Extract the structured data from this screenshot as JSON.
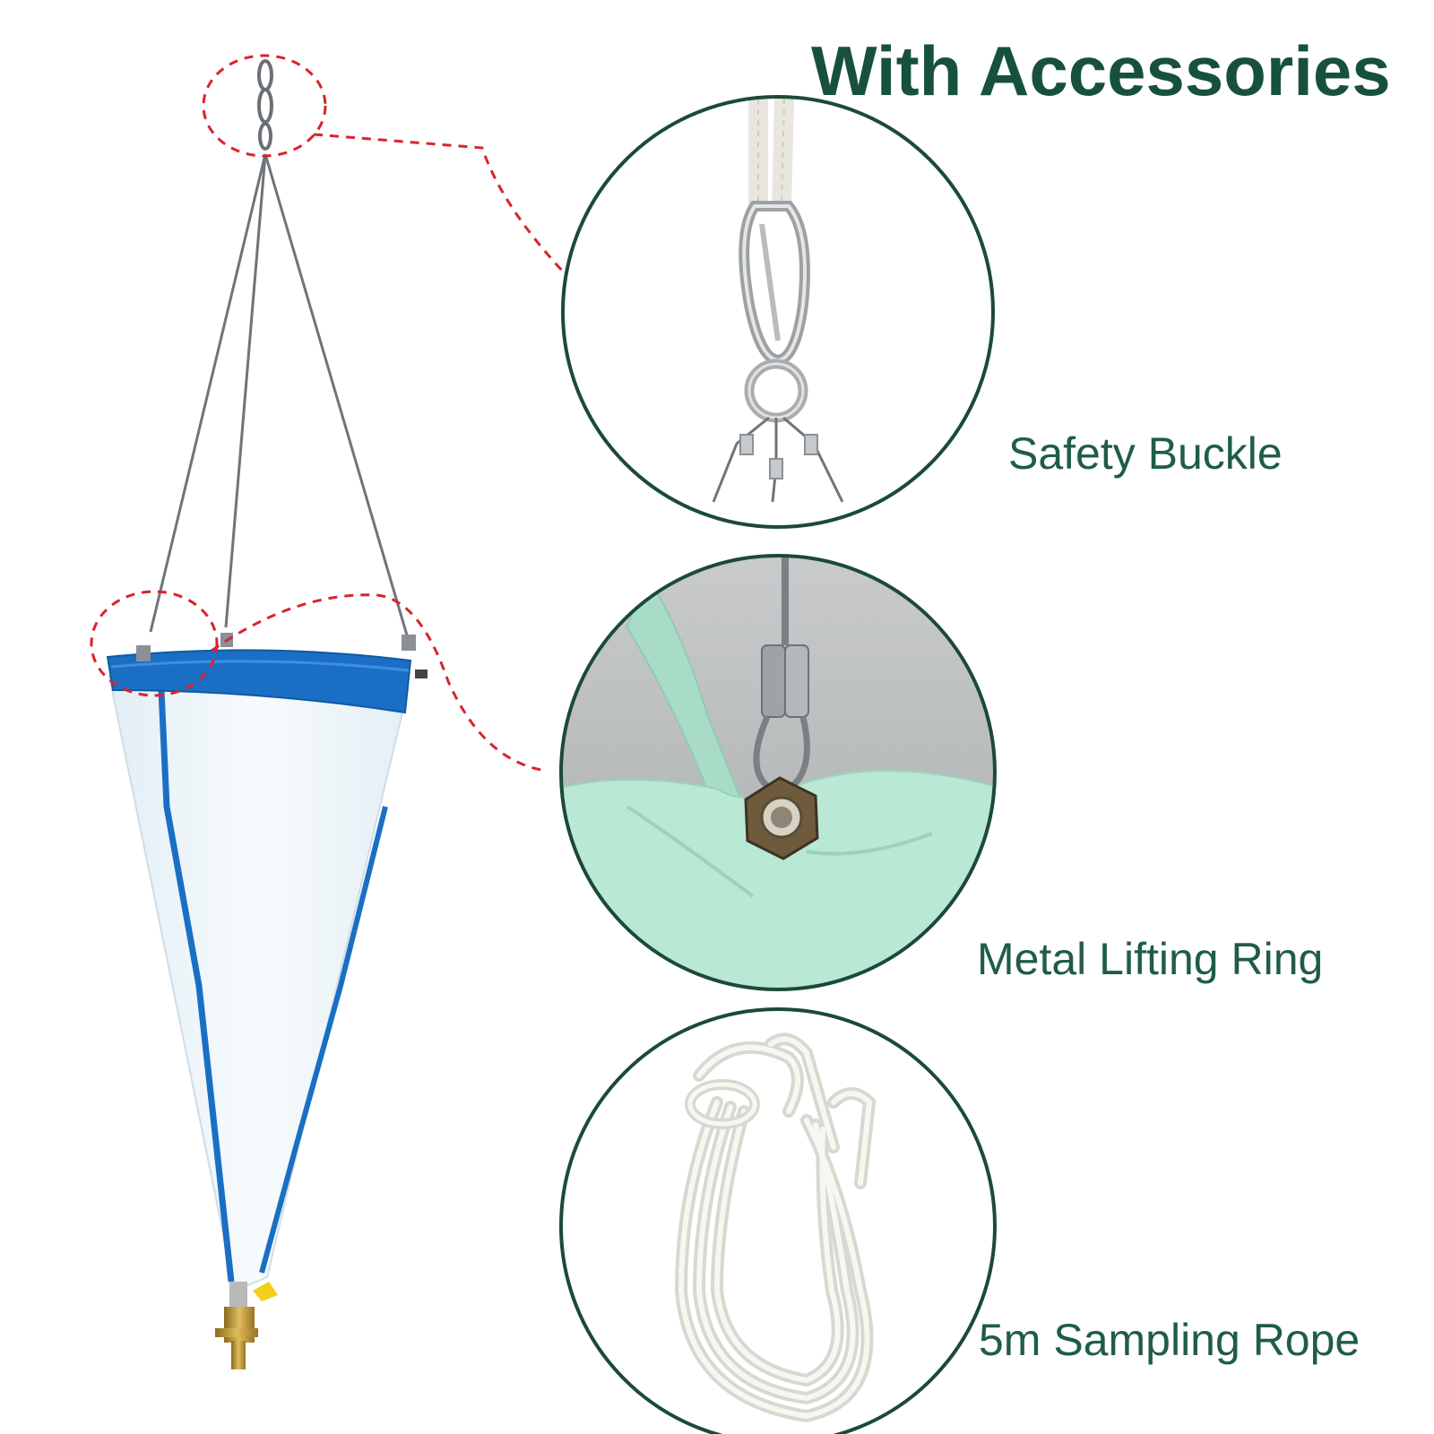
{
  "title": "With Accessories",
  "accessories": [
    {
      "label": "Safety Buckle",
      "icon": "carabiner-icon"
    },
    {
      "label": "Metal Lifting Ring",
      "icon": "lifting-ring-icon"
    },
    {
      "label": "5m Sampling Rope",
      "icon": "coiled-rope-icon"
    }
  ],
  "colors": {
    "title": "#17513c",
    "label": "#1f5d45",
    "circle_border": "#1b4a3a",
    "callout": "#d9232d",
    "net_rim": "#1a6fc4",
    "net_mesh": "#eef6fa",
    "valve": "#c9a03c"
  }
}
